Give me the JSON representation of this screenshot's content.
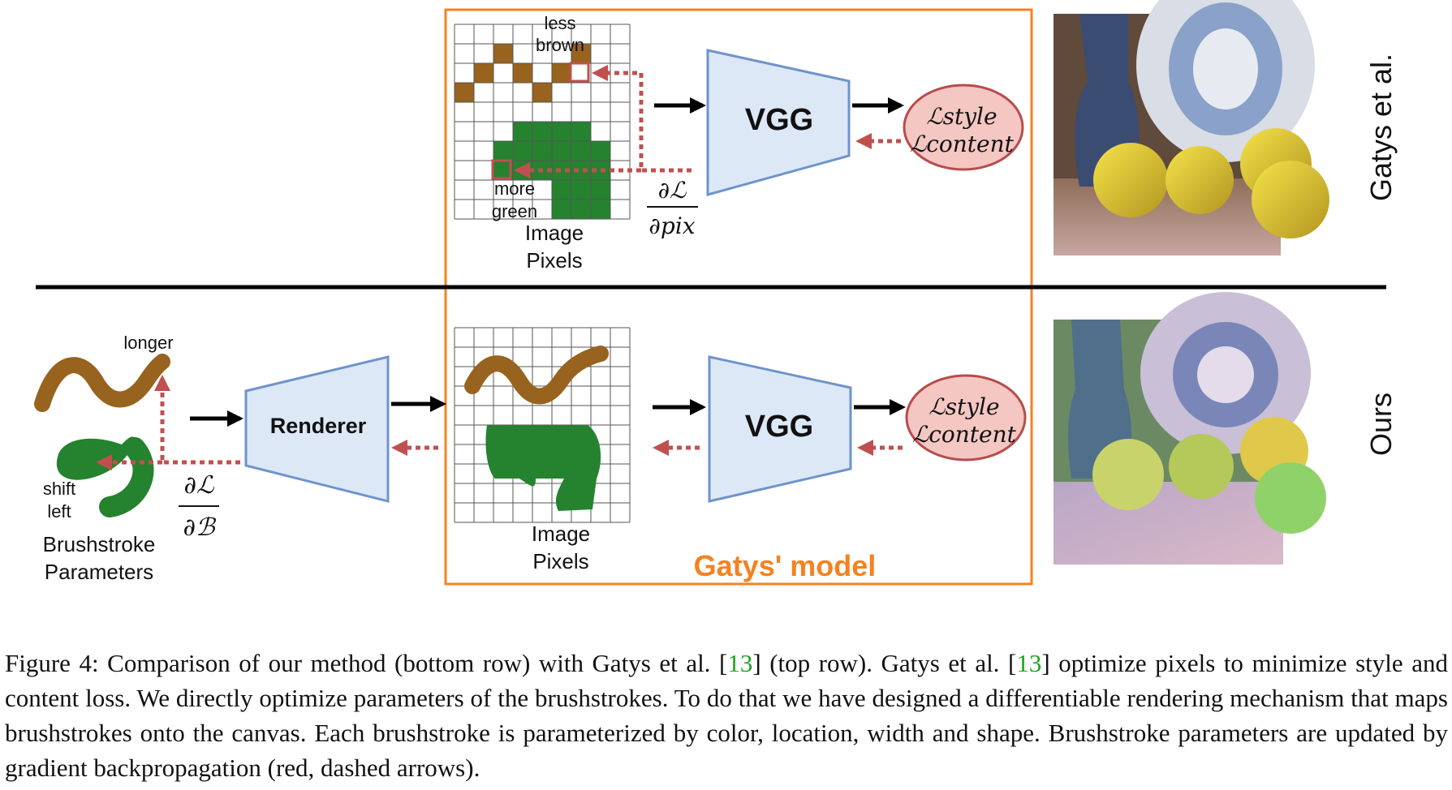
{
  "figure": {
    "top": {
      "label_less_brown": [
        "less",
        "brown"
      ],
      "label_more_green": [
        "more",
        "green"
      ],
      "image_pixels": [
        "Image",
        "Pixels"
      ],
      "vgg": "VGG",
      "grad_numerator": "∂ℒ",
      "grad_denominator": "∂pix",
      "loss_style": "ℒstyle",
      "loss_content": "ℒcontent",
      "side_label": "Gatys et al."
    },
    "bottom": {
      "label_longer": "longer",
      "label_shift_left": [
        "shift",
        "left"
      ],
      "brushstroke_params": [
        "Brushstroke",
        "Parameters"
      ],
      "renderer": "Renderer",
      "grad_numerator": "∂ℒ",
      "grad_denominator": "∂ℬ",
      "image_pixels": [
        "Image",
        "Pixels"
      ],
      "vgg": "VGG",
      "loss_style": "ℒstyle",
      "loss_content": "ℒcontent",
      "side_label": "Ours"
    },
    "model_box_label": "Gatys' model",
    "colors": {
      "brown": "#98631e",
      "green": "#25822e",
      "orange": "#f58220",
      "trapezoid_fill": "#dde8f7",
      "trapezoid_stroke": "#6f93cc",
      "loss_fill": "#f4c7c3",
      "loss_stroke": "#b84c4c",
      "dashed_arrow": "#c05050"
    }
  },
  "caption": {
    "prefix": "Figure 4:  Comparison of our method (bottom row) with Gatys et al.  [",
    "ref1": "13",
    "mid": "] (top row).  Gatys et al.  [",
    "ref2": "13",
    "suffix": "] optimize pixels to minimize style and content loss.  We directly optimize parameters of the brushstrokes.  To do that we have designed a differentiable rendering mechanism that maps brushstrokes onto the canvas.  Each brushstroke is parameterized by color, location, width and shape. Brushstroke parameters are updated by gradient backpropagation (red, dashed arrows)."
  }
}
